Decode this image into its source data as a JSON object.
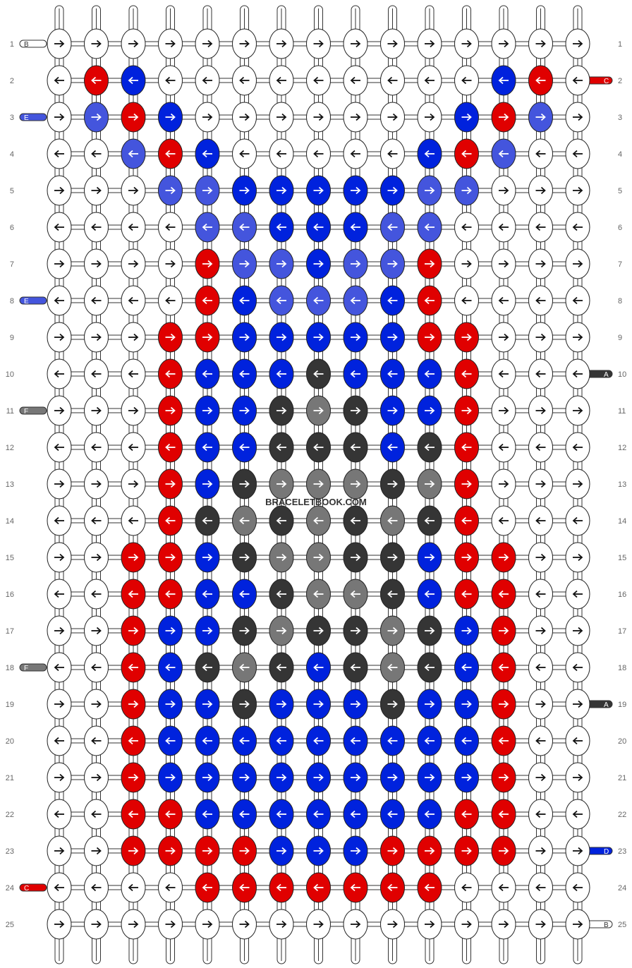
{
  "watermark": "BRACELETBOOK.COM",
  "colors": {
    "A": "#353535",
    "B": "#ffffff",
    "C": "#e00000",
    "D": "#0022dd",
    "E": "#4455dd",
    "F": "#777777"
  },
  "strings_left": [
    {
      "row": 1,
      "letter": "B"
    },
    {
      "row": 3,
      "letter": "E"
    },
    {
      "row": 8,
      "letter": "E"
    },
    {
      "row": 11,
      "letter": "F"
    },
    {
      "row": 18,
      "letter": "F"
    },
    {
      "row": 24,
      "letter": "C"
    }
  ],
  "strings_right": [
    {
      "row": 2,
      "letter": "C"
    },
    {
      "row": 10,
      "letter": "A"
    },
    {
      "row": 19,
      "letter": "A"
    },
    {
      "row": 23,
      "letter": "D"
    },
    {
      "row": 25,
      "letter": "B"
    }
  ],
  "row_numbers": [
    "1",
    "2",
    "3",
    "4",
    "5",
    "6",
    "7",
    "8",
    "9",
    "10",
    "11",
    "12",
    "13",
    "14",
    "15",
    "16",
    "17",
    "18",
    "19",
    "20",
    "21",
    "22",
    "23",
    "24",
    "25"
  ],
  "knot_grid": [
    "BBBBBBBBBBBBBBB",
    "BCDBBBBBBBBBDCB",
    "BECDBBBBBBBDCEB",
    "BBECDBBBBBDCEBB",
    "BBBEEDDDDDEEBBB",
    "BBBBEEDDDEEBBBB",
    "BBBBCEEDEECBBBB",
    "BBBBCDEEEDCBBBB",
    "BBBCCDDDDDCCBBB",
    "BBBCDDDADDDCBBB",
    "BBBCDDAFADDCBBB",
    "BBBCDDAAADACBBB",
    "BBBCDAFFFAFCBBB",
    "BBBCAFAFAFACBBB",
    "BBCCDAFFAADCCBB",
    "BBCCDDAFFADCCBB",
    "BBCDDAFAAFADCBB",
    "BBCDAFADAFADCBB",
    "BBCDDADDDADDCBB",
    "BBCDDDDDDDDDCBB",
    "BBCDDDDDDDDDCBB",
    "BBCCDDDDDDDCCBB",
    "BBCCCCDDDCCCCBB",
    "BBBBCCCCCCCBBBB",
    "BBBBBBBBBBBBBBB"
  ],
  "arrow_grid": [
    "RRRRRRRRRRRRRRR",
    "LLLLLLLLLLLLLLL",
    "RRRRRRRRRRRRRRR",
    "LLLLLLLLLLLLLLL",
    "RRRRRRRRRRRRRRR",
    "LLLLLLLLLLLLLLL",
    "RRRRRRRRRRRRRRR",
    "LLLLLLLLLLLLLLL",
    "RRRRRRRRRRRRRRR",
    "LLLLLLLLLLLLLLL",
    "RRRRRRRRRRRRRRR",
    "LLLLLLLLLLLLLLL",
    "RRRRRRRRRRRRRRR",
    "LLLLLLLLLLLLLLL",
    "RRRRRRRRRRRRRRR",
    "LLLLLLLLLLLLLLL",
    "RRRRRRRRRRRRRRR",
    "LLLLLLLLLLLLLLL",
    "RRRRRRRRRRRRRRR",
    "LLLLLLLLLLLLLLL",
    "RRRRRRRRRRRRRRR",
    "LLLLLLLLLLLLLLL",
    "RRRRRRRRRRRRRRR",
    "LLLLLLLLLLLLLLL",
    "RRRRRRRRRRRRRRR"
  ]
}
